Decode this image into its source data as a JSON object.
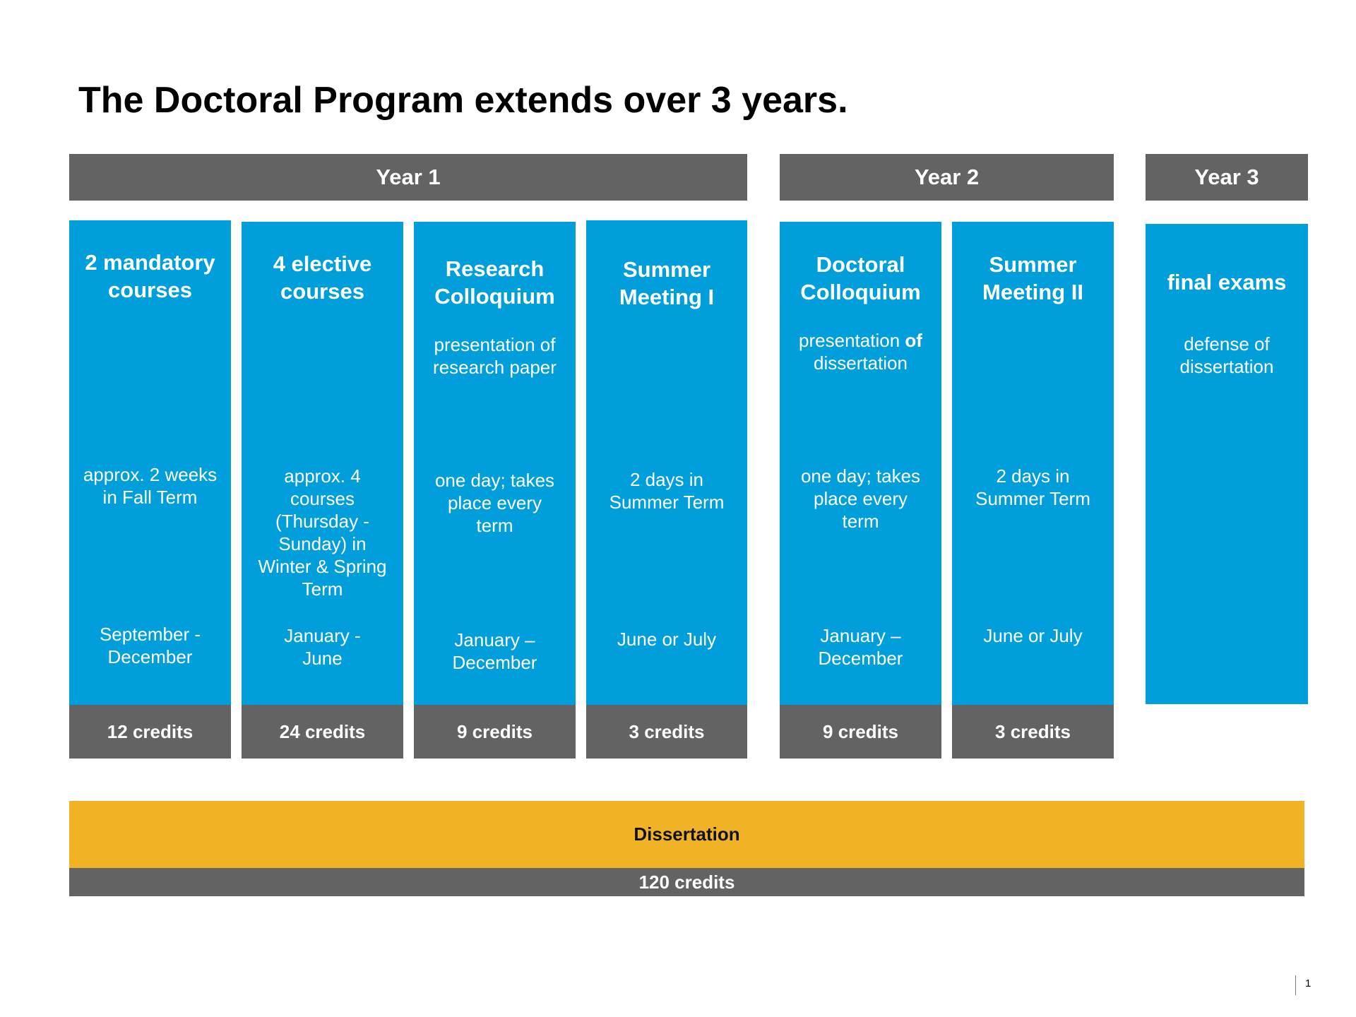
{
  "slide": {
    "title": "The Doctoral Program extends over 3 years.",
    "page_number": "1"
  },
  "colors": {
    "blue": "#009fdb",
    "gray": "#636363",
    "yellow": "#f0b326"
  },
  "years": [
    "Year 1",
    "Year 2",
    "Year 3"
  ],
  "columns": [
    {
      "heading": "2 mandatory courses",
      "description": "",
      "duration": "approx. 2 weeks in Fall Term",
      "period": "September - December",
      "credits": "12 credits"
    },
    {
      "heading": "4 elective courses",
      "description": "",
      "duration": "approx. 4 courses (Thursday - Sunday) in Winter & Spring Term",
      "period": "January - June",
      "credits": "24 credits"
    },
    {
      "heading": "Research Colloquium",
      "description": "presentation of research paper",
      "duration": "one day; takes place every term",
      "period": "January – December",
      "credits": "9 credits"
    },
    {
      "heading": "Summer Meeting I",
      "description": "",
      "duration": "2 days in Summer Term",
      "period": "June or July",
      "credits": "3 credits"
    },
    {
      "heading": "Doctoral Colloquium",
      "description_prefix": "presentation",
      "description_bold": "of",
      "description_suffix": "dissertation",
      "duration": "one day; takes place every term",
      "period": "January – December",
      "credits": "9 credits"
    },
    {
      "heading": "Summer Meeting II",
      "description": "",
      "duration": "2 days in Summer Term",
      "period": "June or July",
      "credits": "3 credits"
    },
    {
      "heading": "final exams",
      "description": "defense of dissertation",
      "duration": "",
      "period": "",
      "credits": ""
    }
  ],
  "dissertation": {
    "label": "Dissertation",
    "credits": "120 credits"
  }
}
